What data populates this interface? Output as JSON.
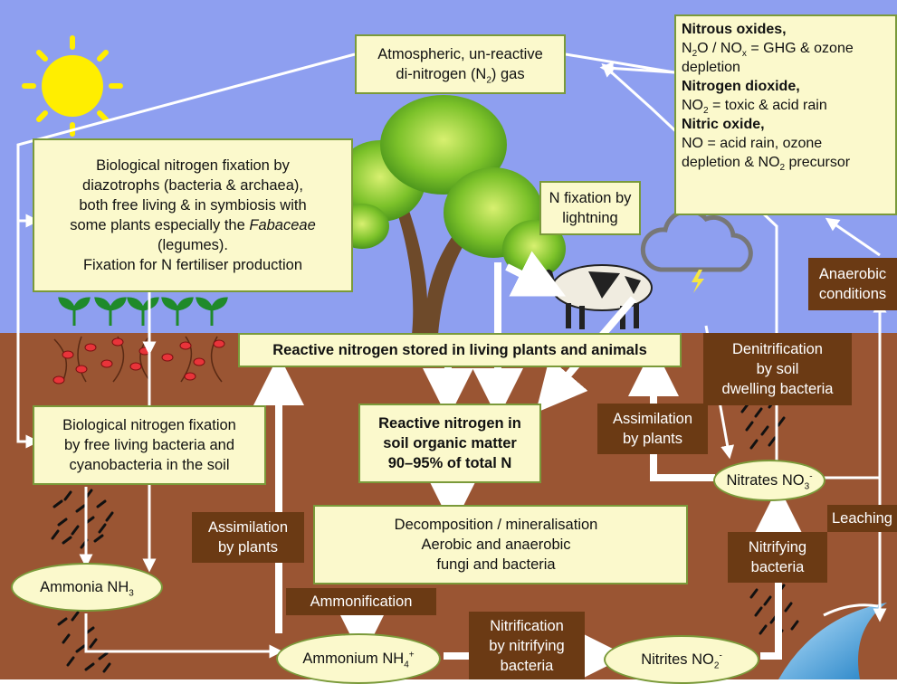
{
  "atmosphere": {
    "line1": "Atmospheric, un-reactive",
    "line2_pre": "di-nitrogen (N",
    "line2_sub": "2",
    "line2_post": ") gas"
  },
  "bio_fixation": {
    "line1": "Biological nitrogen fixation by",
    "line2": "diazotrophs (bacteria & archaea),",
    "line3": "both free living & in symbiosis with",
    "line4_pre": "some plants especially the ",
    "line4_italic": "Fabaceae",
    "line5": "(legumes).",
    "line6": "Fixation for N fertiliser production"
  },
  "soil_fixation": {
    "line1": "Biological nitrogen fixation",
    "line2": "by free living bacteria and",
    "line3": "cyanobacteria in the soil"
  },
  "lightning": {
    "line1": "N fixation by",
    "line2": "lightning"
  },
  "nitrous_box": {
    "h1": "Nitrous oxides,",
    "t1_a": "N",
    "t1_sub1": "2",
    "t1_b": "O / NO",
    "t1_sub2": "x",
    "t1_c": " = GHG  & ozone",
    "t1_d": "depletion",
    "h2": "Nitrogen dioxide,",
    "t2_a": "NO",
    "t2_sub": "2",
    "t2_b": " = toxic & acid rain",
    "h3": "Nitric oxide,",
    "t3_a": "NO = acid rain, ozone",
    "t3_b": "depletion & NO",
    "t3_sub": "2",
    "t3_c": " precursor"
  },
  "reactive_living": "Reactive nitrogen stored in living plants and animals",
  "soil_organic": {
    "line1": "Reactive nitrogen in",
    "line2": "soil organic matter",
    "line3": "90–95% of total N"
  },
  "decomposition": {
    "line1": "Decomposition / mineralisation",
    "line2": "Aerobic and anaerobic",
    "line3": "fungi and bacteria"
  },
  "ammonia": {
    "pre": "Ammonia NH",
    "sub": "3"
  },
  "ammonium": {
    "pre": "Ammonium NH",
    "sub": "4",
    "sup": "+"
  },
  "nitrites": {
    "pre": "Nitrites NO",
    "sub": "2",
    "sup": "-"
  },
  "nitrates": {
    "pre": "Nitrates NO",
    "sub": "3",
    "sup": "-"
  },
  "labels": {
    "assim_left": {
      "line1": "Assimilation",
      "line2": "by plants"
    },
    "assim_right": {
      "line1": "Assimilation",
      "line2": "by plants"
    },
    "ammonification": "Ammonification",
    "nitrification": {
      "line1": "Nitrification",
      "line2": "by nitrifying",
      "line3": "bacteria"
    },
    "nitrifying": {
      "line1": "Nitrifying",
      "line2": "bacteria"
    },
    "denitrification": {
      "line1": "Denitrification",
      "line2": "by soil",
      "line3": "dwelling bacteria"
    },
    "anaerobic": {
      "line1": "Anaerobic",
      "line2": "conditions"
    },
    "leaching": "Leaching"
  },
  "colors": {
    "sky": "#8e9ff0",
    "soil": "#9a5533",
    "label_brown": "#6b3a14",
    "box_fill": "#fbf9cc",
    "box_border": "#7a9a3a",
    "sun": "#ffee00",
    "arrow": "#ffffff"
  }
}
